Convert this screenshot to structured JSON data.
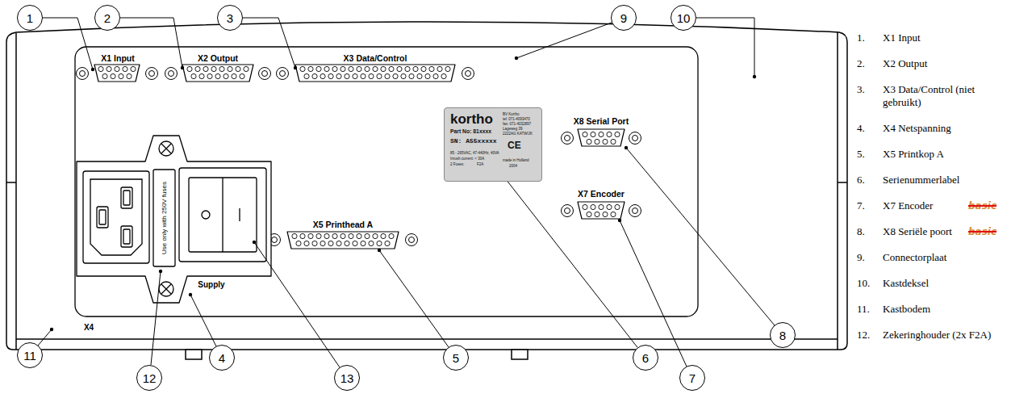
{
  "diagram": {
    "nodes": [
      {
        "text": [
          "1"
        ]
      },
      {
        "text": [
          "2"
        ]
      },
      {
        "text": [
          "3"
        ]
      },
      {
        "text": [
          "9"
        ]
      },
      {
        "text": [
          "10"
        ]
      },
      {
        "text": [
          "kortho",
          "Part No: 81xxxx",
          "SN: A55xxxxx",
          "85 - 265VAC, 47-440Hz, 40VA",
          "Inrush current: < 30A",
          "2 Fuses:",
          "F2A",
          "BV Kortho",
          "tel: 071-4093470",
          "fax: 071-4032897",
          "Lageweg 39",
          "2222AG KATWIJK",
          "CE",
          "made in Holland",
          "2004"
        ]
      },
      {
        "text": [
          "8"
        ]
      },
      {
        "text": [
          "11"
        ]
      },
      {
        "text": [
          "4"
        ]
      },
      {
        "text": [
          "5"
        ]
      },
      {
        "text": [
          "6"
        ]
      },
      {
        "text": [
          "12"
        ]
      },
      {
        "text": [
          "13"
        ]
      },
      {
        "text": [
          "7"
        ]
      }
    ],
    "edges": [
      {
        "from": 10,
        "to": 5,
        "arrow": "none"
      }
    ],
    "labels": [
      "X1 Input",
      "X2 Output",
      "X3 Data/Control",
      "X8 Serial Port",
      "X7 Encoder",
      "X5 Printhead A",
      "Use only with 250V fuses",
      "Supply",
      "X4",
      "1.",
      "X1 Input",
      "2.",
      "X2 Output",
      "3.",
      "X3 Data/Control (niet gebruikt)",
      "4.",
      "X4 Netspanning",
      "5.",
      "X5 Printkop A",
      "6.",
      "Serienummerlabel",
      "7.",
      "X7 Encoder",
      "basic",
      "8.",
      "X8 Seriële poort",
      "basic",
      "9.",
      "Connectorplaat",
      "10.",
      "Kastdeksel",
      "11.",
      "Kastbodem",
      "12.",
      "Zekeringhouder (2x F2A)"
    ]
  }
}
